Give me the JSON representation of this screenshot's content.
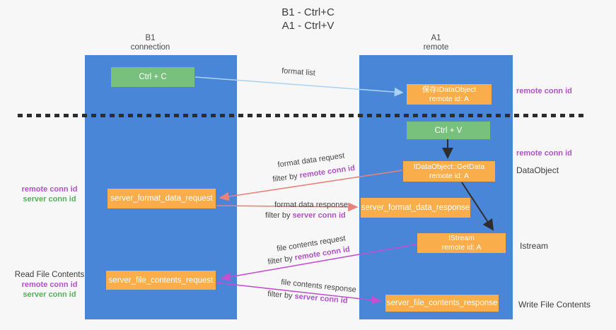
{
  "title": {
    "line1": "B1 - Ctrl+C",
    "line2": "A1 - Ctrl+V"
  },
  "lanes": {
    "left": {
      "name": "B1",
      "role": "connection"
    },
    "right": {
      "name": "A1",
      "role": "remote"
    }
  },
  "nodes": {
    "ctrl_c": {
      "label": "Ctrl + C"
    },
    "ctrl_v": {
      "label": "Ctrl + V"
    },
    "save_idataobject": {
      "line1": "保存IDataObject",
      "line2": "remote id: A"
    },
    "getdata": {
      "line1": "IDataObject::GetData",
      "line2": "remote id: A"
    },
    "istream": {
      "line1": "IStream",
      "line2": "remote id: A"
    },
    "format_request": {
      "label": "server_format_data_request"
    },
    "format_response": {
      "label": "server_format_data_response"
    },
    "file_request": {
      "label": "server_file_contents_request"
    },
    "file_response": {
      "label": "server_file_contents_response"
    }
  },
  "arrow_labels": {
    "format_list": "format list",
    "format_data_request": "format data request",
    "format_data_response": "format data response",
    "file_contents_request": "file contents request",
    "file_contents_response": "file contents response",
    "filter_by": "filter by",
    "remote_conn_id": "remote conn id",
    "server_conn_id": "server conn id"
  },
  "side_labels": {
    "remote_conn_id": "remote conn id",
    "server_conn_id": "server conn id",
    "dataobject": "DataObject",
    "istream": "Istream",
    "read_file_contents": "Read File Contents",
    "write_file_contents": "Write File Contents"
  },
  "colors": {
    "lane_blue": "#4a86d8",
    "box_orange": "#f9ae4b",
    "box_green": "#77c17c",
    "arrow_lightblue": "#a9d3f0",
    "arrow_salmon": "#e8827b",
    "arrow_magenta": "#c44fd0",
    "arrow_black": "#2d2d2d",
    "text_purple": "#b052c8",
    "text_green": "#53b25a"
  }
}
